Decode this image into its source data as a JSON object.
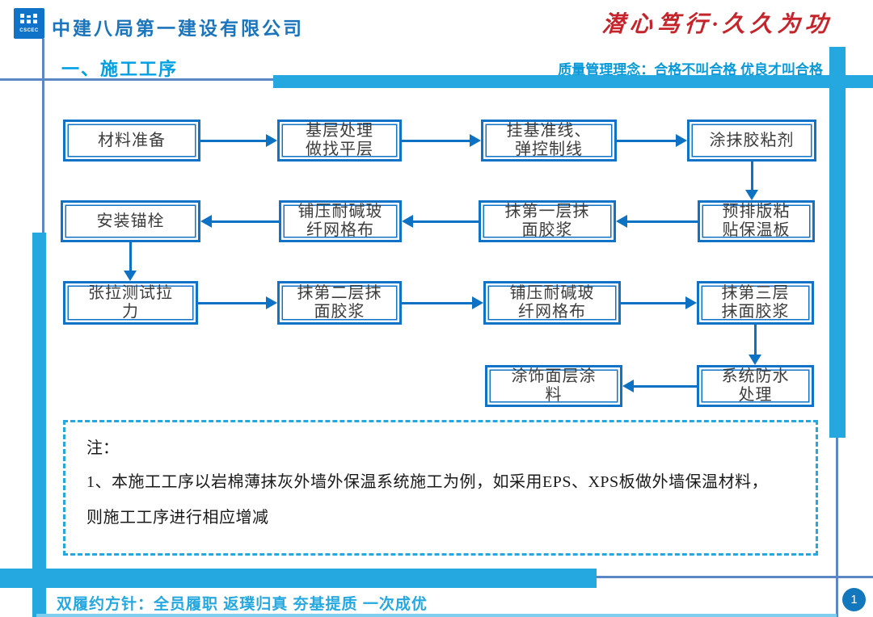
{
  "colors": {
    "accent_cyan": "#25A8E0",
    "brand_blue": "#1B75BC",
    "title_cyan": "#00A0E4",
    "quality_blue": "#0899D8",
    "red": "#C5242B",
    "box_border": "#1173C8",
    "arrow": "#0D72C4",
    "thin_line": "#5B87C5",
    "page_circle": "#1377BE"
  },
  "header": {
    "logo_text": "CSCEC",
    "company": "中建八局第一建设有限公司",
    "calligraphy": "潜心笃行·久久为功"
  },
  "banner": {
    "title": "一、施工工序",
    "quality": "质量管理理念：合格不叫合格 优良才叫合格"
  },
  "flowchart": {
    "boxes": [
      {
        "label": "材料准备"
      },
      {
        "label": "基层处理\n做找平层"
      },
      {
        "label": "挂基准线、\n弹控制线"
      },
      {
        "label": "涂抹胶粘剂"
      },
      {
        "label": "安装锚栓"
      },
      {
        "label": "铺压耐碱玻\n纤网格布"
      },
      {
        "label": "抹第一层抹\n面胶浆"
      },
      {
        "label": "预排版粘\n贴保温板"
      },
      {
        "label": "张拉测试拉\n力"
      },
      {
        "label": "抹第二层抹\n面胶浆"
      },
      {
        "label": "铺压耐碱玻\n纤网格布"
      },
      {
        "label": "抹第三层\n抹面胶浆"
      },
      {
        "label": "涂饰面层涂\n料"
      },
      {
        "label": "系统防水\n处理"
      }
    ],
    "sequence": [
      0,
      1,
      2,
      3,
      7,
      6,
      5,
      4,
      8,
      9,
      10,
      11,
      13,
      12
    ]
  },
  "note": {
    "heading": "注：",
    "body": "1、本施工工序以岩棉薄抹灰外墙外保温系统施工为例，如采用EPS、XPS板做外墙保温材料，\n则施工工序进行相应增减"
  },
  "footer": {
    "motto": "双履约方针：全员履职 返璞归真 夯基提质 一次成优",
    "page": "1"
  }
}
